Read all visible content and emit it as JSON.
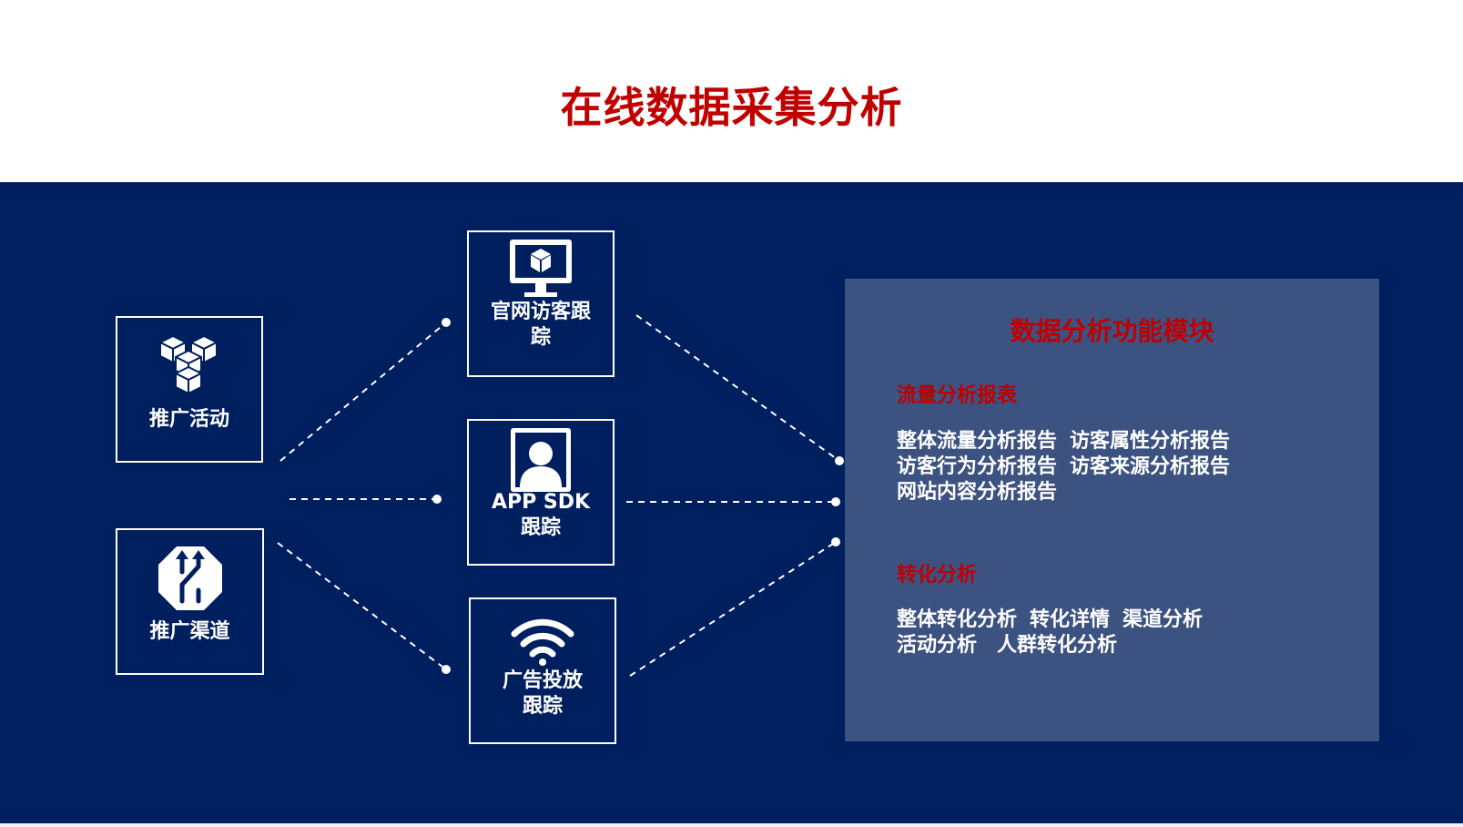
{
  "title": "在线数据采集分析",
  "sources": [
    {
      "label": "推广活动",
      "icon": "cubes-icon"
    },
    {
      "label": "推广渠道",
      "icon": "road-merge-sign-icon"
    }
  ],
  "trackers": [
    {
      "label": "官网访客跟\n踪",
      "icon": "monitor-cube-icon"
    },
    {
      "label": "APP SDK\n跟踪",
      "icon": "user-portrait-icon"
    },
    {
      "label": "广告投放\n跟踪",
      "icon": "wifi-icon"
    }
  ],
  "panel": {
    "title": "数据分析功能模块",
    "sections": [
      {
        "title": "流量分析报表",
        "lines": [
          [
            "整体流量分析报告",
            "访客属性分析报告"
          ],
          [
            "访客行为分析报告",
            "访客来源分析报告"
          ],
          [
            "网站内容分析报告"
          ]
        ]
      },
      {
        "title": "转化分析",
        "lines": [
          [
            "整体转化分析",
            "转化详情",
            "渠道分析"
          ],
          [
            "活动分析",
            "人群转化分析"
          ]
        ]
      }
    ]
  },
  "colors": {
    "title_red": "#c00000",
    "band_navy": "#001f5f",
    "panel_blue": "#3c5281",
    "text_white": "#ffffff"
  }
}
